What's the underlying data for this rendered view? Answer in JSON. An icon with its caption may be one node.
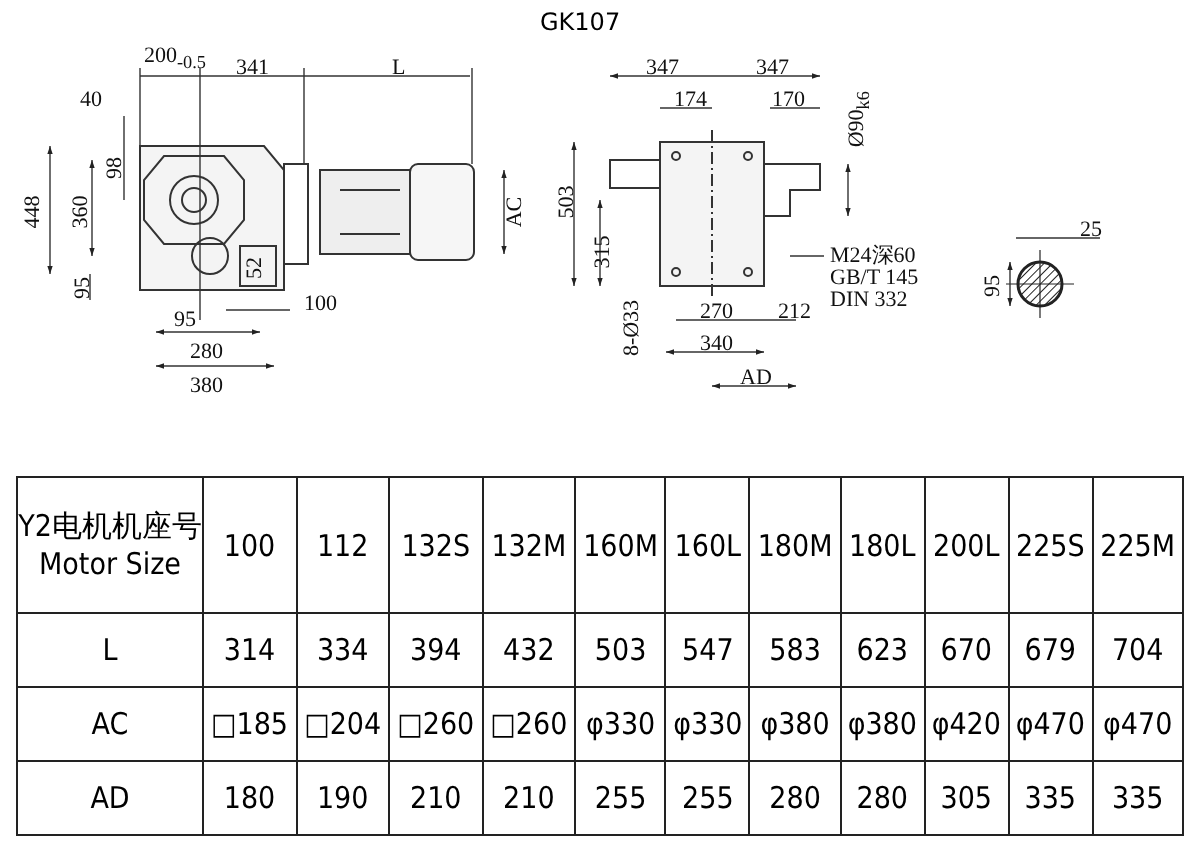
{
  "diagram": {
    "title": "GK107",
    "labels": [
      "200$_{-0.5}$",
      "341",
      "L",
      "40",
      "98",
      "448",
      "360",
      "AC",
      "95",
      "52",
      "95",
      "100",
      "280",
      "380",
      "503",
      "315",
      "347",
      "347",
      "174",
      "170",
      "Ø90$_{k6}$",
      "M24深60",
      "GB/T 145",
      "DIN 332",
      "8-Ø33",
      "270",
      "212",
      "340",
      "AD",
      "25",
      "95",
      "Y2电机机座号 Motor Size",
      "100",
      "112",
      "132S",
      "132M",
      "160M",
      "160L",
      "180M",
      "180L",
      "200L",
      "225S",
      "225M",
      "L",
      "314",
      "334",
      "394",
      "432",
      "503",
      "547",
      "583",
      "623",
      "670",
      "679",
      "704",
      "AC",
      "□185",
      "□204",
      "□260",
      "□260",
      "φ330",
      "φ330",
      "φ380",
      "φ380",
      "φ420",
      "φ470",
      "φ470",
      "AD",
      "180",
      "190",
      "210",
      "210",
      "255",
      "255",
      "280",
      "280",
      "305",
      "335",
      "335"
    ]
  }
}
